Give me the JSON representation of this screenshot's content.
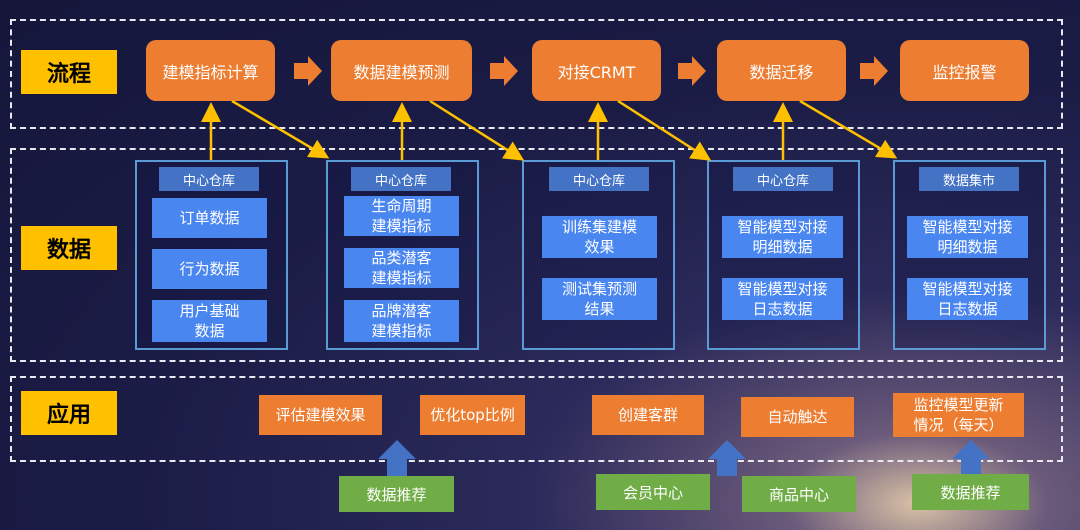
{
  "sections": {
    "process_label": "流程",
    "data_label": "数据",
    "apply_label": "应用"
  },
  "process_steps": [
    "建模指标计算",
    "数据建模预测",
    "对接CRMT",
    "数据迁移",
    "监控报警"
  ],
  "panels": [
    {
      "header": "中心仓库",
      "items": [
        "订单数据",
        "行为数据",
        "用户基础\n数据"
      ]
    },
    {
      "header": "中心仓库",
      "items": [
        "生命周期\n建模指标",
        "品类潜客\n建模指标",
        "品牌潜客\n建模指标"
      ]
    },
    {
      "header": "中心仓库",
      "items": [
        "训练集建模\n效果",
        "测试集预测\n结果"
      ]
    },
    {
      "header": "中心仓库",
      "items": [
        "智能模型对接\n明细数据",
        "智能模型对接\n日志数据"
      ]
    },
    {
      "header": "数据集市",
      "items": [
        "智能模型对接\n明细数据",
        "智能模型对接\n日志数据"
      ]
    }
  ],
  "applications": [
    "评估建模效果",
    "优化top比例",
    "创建客群",
    "自动触达",
    "监控模型更新\n情况（每天）"
  ],
  "sources": [
    "数据推荐",
    "会员中心",
    "商品中心",
    "数据推荐"
  ],
  "colors": {
    "process": "#ed7d31",
    "tag": "#ffc000",
    "panel_border": "#5b9bd5",
    "data_box": "#4a86f0",
    "source": "#70ad47",
    "connector": "#ffc000"
  }
}
